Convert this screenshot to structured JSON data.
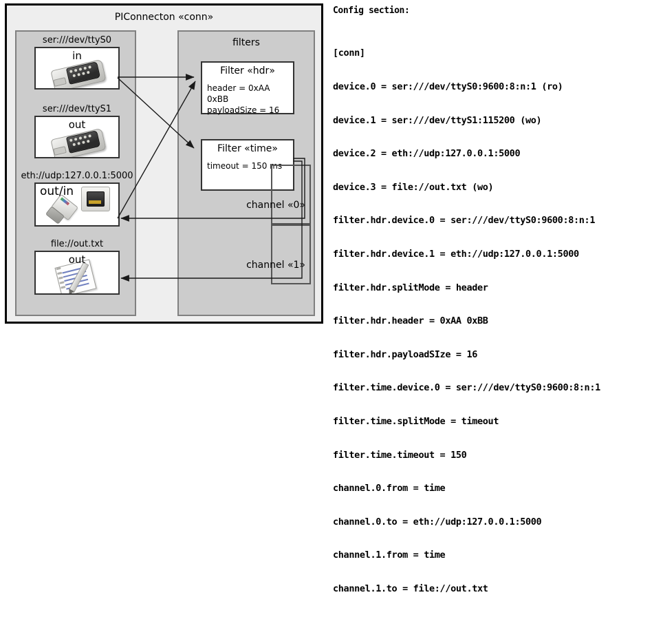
{
  "diagram": {
    "title": "PIConnecton «conn»",
    "devices_panel": {
      "name": "devices",
      "groups": [
        {
          "label": "ser:///dev/ttyS0",
          "direction": "in",
          "icon": "serial-connector-icon"
        },
        {
          "label": "ser:///dev/ttyS1",
          "direction": "out",
          "icon": "serial-connector-icon"
        },
        {
          "label": "eth://udp:127.0.0.1:5000",
          "direction": "out/in",
          "icon": "ethernet-plug-icon"
        },
        {
          "label": "file://out.txt",
          "direction": "out",
          "icon": "notepad-file-icon"
        }
      ]
    },
    "filters_panel": {
      "title": "filters",
      "filters": [
        {
          "title": "Filter «hdr»",
          "props": [
            "header = 0xAA 0xBB",
            "payloadSize = 16"
          ]
        },
        {
          "title": "Filter «time»",
          "props": [
            "timeout = 150 ms"
          ]
        }
      ],
      "channels": [
        {
          "label": "channel «0»"
        },
        {
          "label": "channel «1»"
        }
      ]
    }
  },
  "config": {
    "heading": "Config section:",
    "lines": [
      "[conn]",
      "device.0 = ser:///dev/ttyS0:9600:8:n:1 (ro)",
      "device.1 = ser:///dev/ttyS1:115200 (wo)",
      "device.2 = eth://udp:127.0.0.1:5000",
      "device.3 = file://out.txt (wo)",
      "filter.hdr.device.0 = ser:///dev/ttyS0:9600:8:n:1",
      "filter.hdr.device.1 = eth://udp:127.0.0.1:5000",
      "filter.hdr.splitMode = header",
      "filter.hdr.header = 0xAA 0xBB",
      "filter.hdr.payloadSIze = 16",
      "filter.time.device.0 = ser:///dev/ttyS0:9600:8:n:1",
      "filter.time.splitMode = timeout",
      "filter.time.timeout = 150",
      "channel.0.from = time",
      "channel.0.to = eth://udp:127.0.0.1:5000",
      "channel.1.from = time",
      "channel.1.to = file://out.txt"
    ]
  },
  "colors": {
    "frame_border": "#000000",
    "frame_fill": "#eeeeee",
    "panel_fill": "#cccccc",
    "panel_border": "#808080",
    "box_fill": "#ffffff",
    "box_border": "#333333",
    "connector_stroke": "#1a1a1a"
  }
}
